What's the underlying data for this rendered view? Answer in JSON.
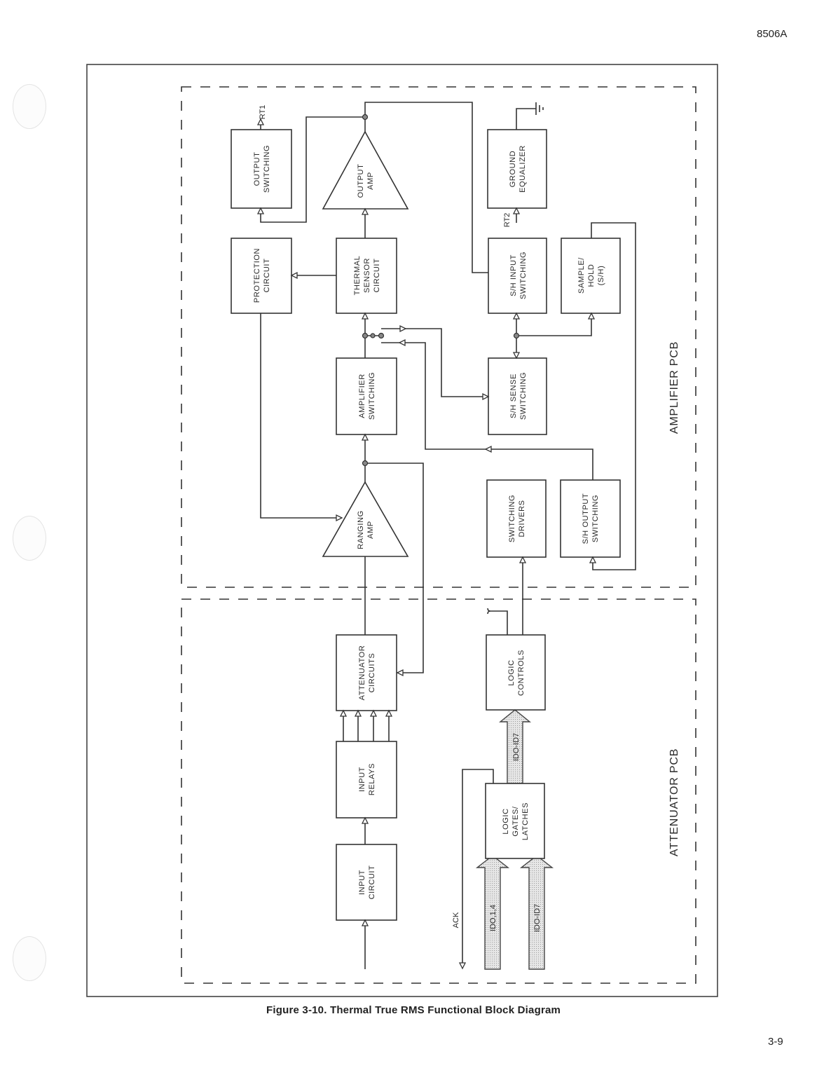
{
  "header": {
    "document_id": "8506A"
  },
  "footer": {
    "page_number": "3-9"
  },
  "figure": {
    "caption": "Figure 3-10. Thermal True RMS Functional Block Diagram",
    "orientation": "rotated 90° counter-clockwise (signal flow bottom-to-top)"
  },
  "sections": {
    "amplifier_pcb": "AMPLIFIER PCB",
    "attenuator_pcb": "ATTENUATOR PCB"
  },
  "blocks": {
    "output_switching": [
      "OUTPUT",
      "SWITCHING"
    ],
    "output_amp": [
      "OUTPUT",
      "AMP"
    ],
    "ground_equalizer": [
      "GROUND",
      "EQUALIZER"
    ],
    "protection_circuit": [
      "PROTECTION",
      "CIRCUIT"
    ],
    "thermal_sensor_circuit": [
      "THERMAL",
      "SENSOR",
      "CIRCUIT"
    ],
    "sh_input_switching": [
      "S/H INPUT",
      "SWITCHING"
    ],
    "sample_hold": [
      "SAMPLE/",
      "HOLD",
      "(S/H)"
    ],
    "amplifier_switching": [
      "AMPLIFIER",
      "SWITCHING"
    ],
    "sh_sense_switching": [
      "S/H SENSE",
      "SWITCHING"
    ],
    "ranging_amp": [
      "RANGING",
      "AMP"
    ],
    "switching_drivers": [
      "SWITCHING",
      "DRIVERS"
    ],
    "sh_output_switching": [
      "S/H OUTPUT",
      "SWITCHING"
    ],
    "attenuator_circuits": [
      "ATTENUATOR",
      "CIRCUITS"
    ],
    "logic_controls": [
      "LOGIC",
      "CONTROLS"
    ],
    "input_relays": [
      "INPUT",
      "RELAYS"
    ],
    "logic_gates_latches": [
      "LOGIC",
      "GATES/",
      "LATCHES"
    ],
    "input_circuit": [
      "INPUT",
      "CIRCUIT"
    ]
  },
  "signals": {
    "rt1": "RT1",
    "rt2": "RT2",
    "ack": "ACK",
    "bus_ido_id7": "IDO-ID7",
    "bus_ido_i4": "IDO,1,4",
    "bus_do_d7": "IDO-ID7"
  }
}
